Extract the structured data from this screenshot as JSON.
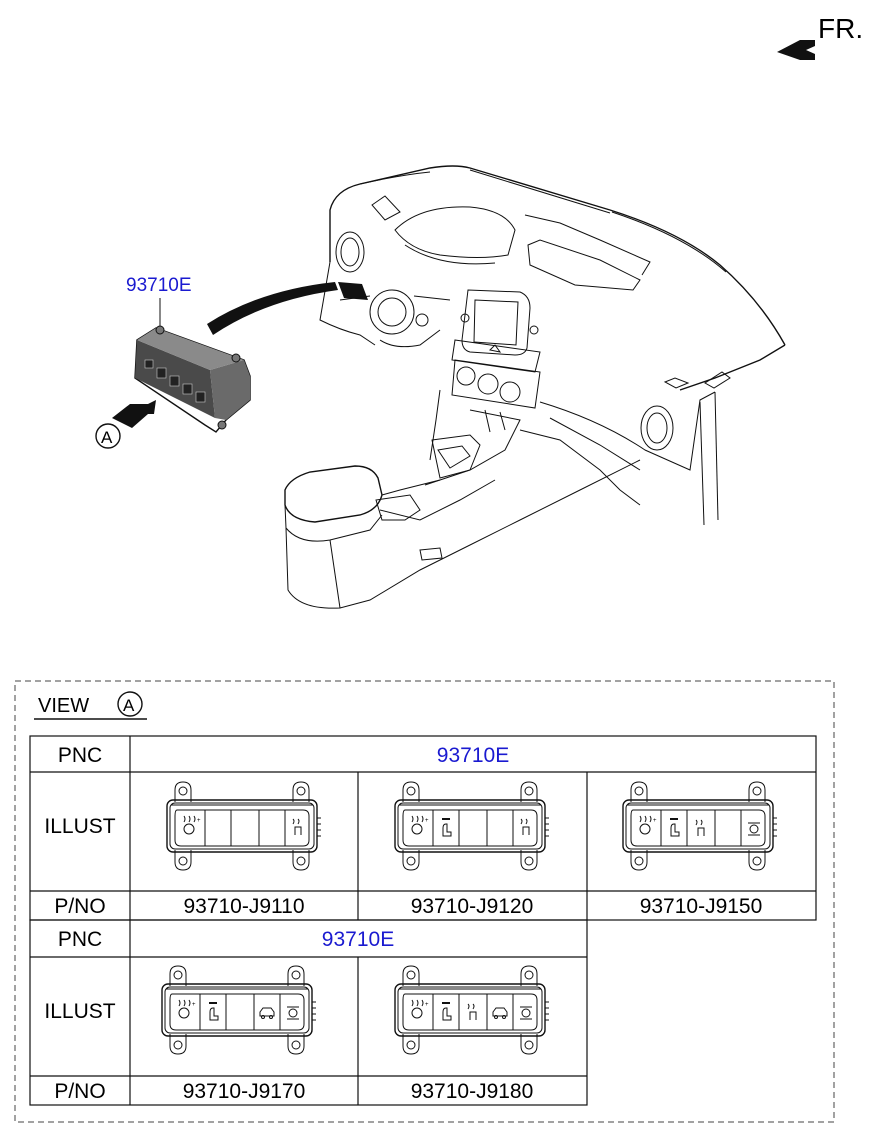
{
  "header": {
    "direction_label": "FR."
  },
  "diagram": {
    "callout_part": "93710E",
    "view_marker_letter": "A"
  },
  "view": {
    "title": "VIEW",
    "marker_letter": "A"
  },
  "table1": {
    "row_labels": {
      "pnc": "PNC",
      "illust": "ILLUST",
      "pno": "P/NO"
    },
    "pnc_value": "93710E",
    "part_numbers": [
      "93710-J9110",
      "93710-J9120",
      "93710-J9150"
    ]
  },
  "table2": {
    "row_labels": {
      "pnc": "PNC",
      "illust": "ILLUST",
      "pno": "P/NO"
    },
    "pnc_value": "93710E",
    "part_numbers": [
      "93710-J9170",
      "93710-J9180"
    ]
  },
  "colors": {
    "pnc_text": "#1a1ad0",
    "line": "#111111"
  }
}
